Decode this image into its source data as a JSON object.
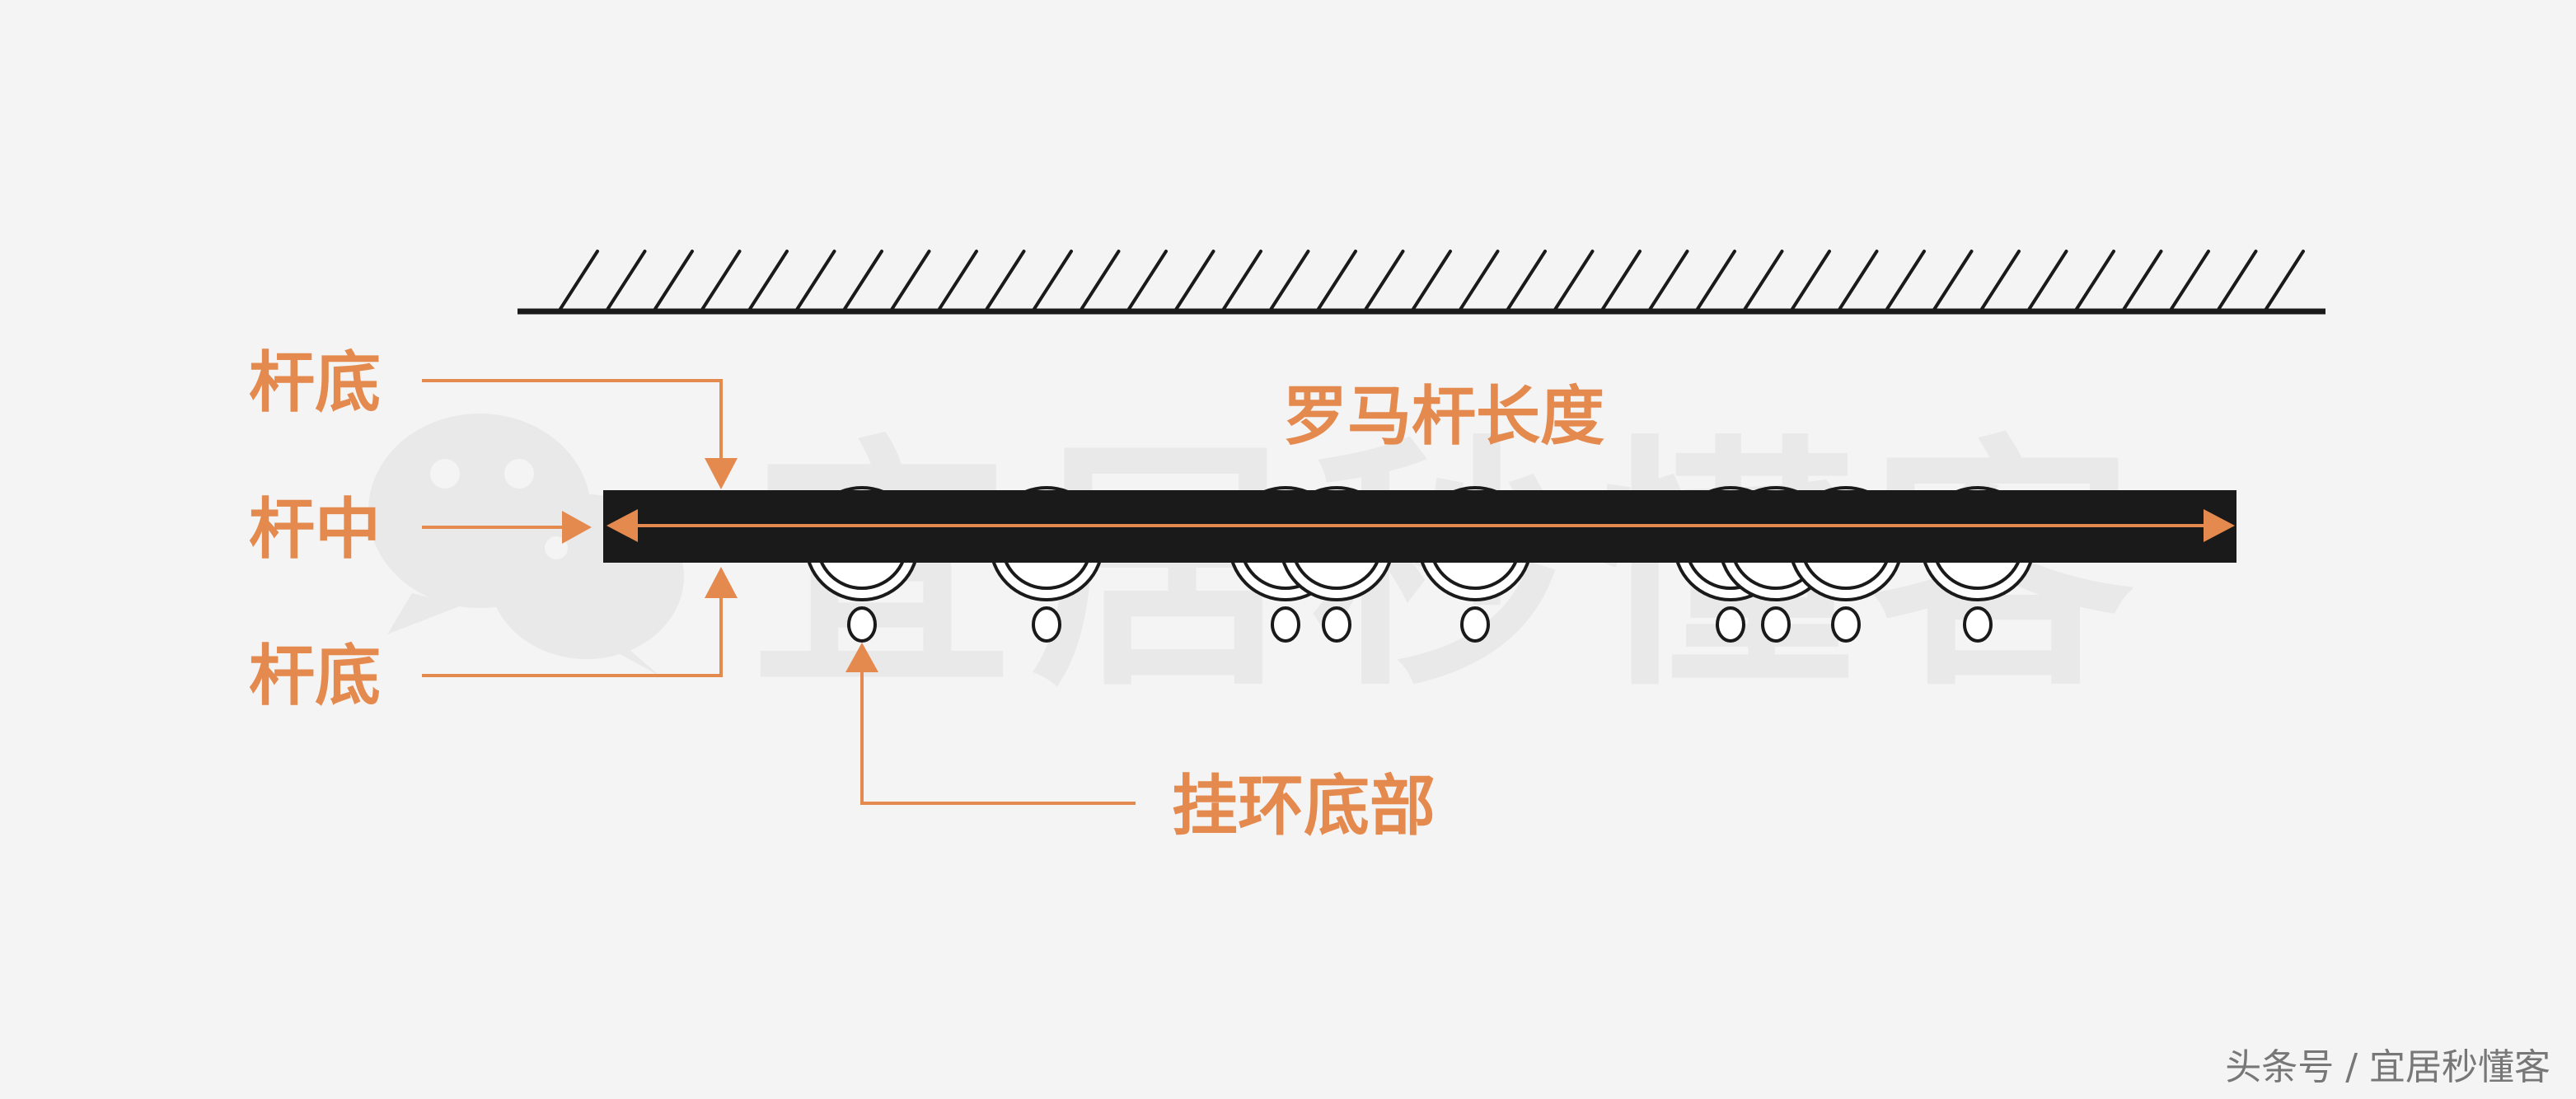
{
  "labels": {
    "rod_length": "罗马杆长度",
    "rod_top": "杆底",
    "rod_middle": "杆中",
    "rod_bottom": "杆底",
    "ring_bottom": "挂环底部"
  },
  "watermark": {
    "logo_text": "宜居秒懂客",
    "credit": "头条号 / 宜居秒懂客"
  },
  "colors": {
    "background": "#f4f4f4",
    "accent": "#e48a4e",
    "rod": "#1b1a1a",
    "line": "#1b1a1a",
    "ring_fill": "#ffffff",
    "watermark": "#e9e9e9",
    "credit": "#777777"
  },
  "icons": {
    "wechat_logo": "wechat-logo-icon"
  }
}
